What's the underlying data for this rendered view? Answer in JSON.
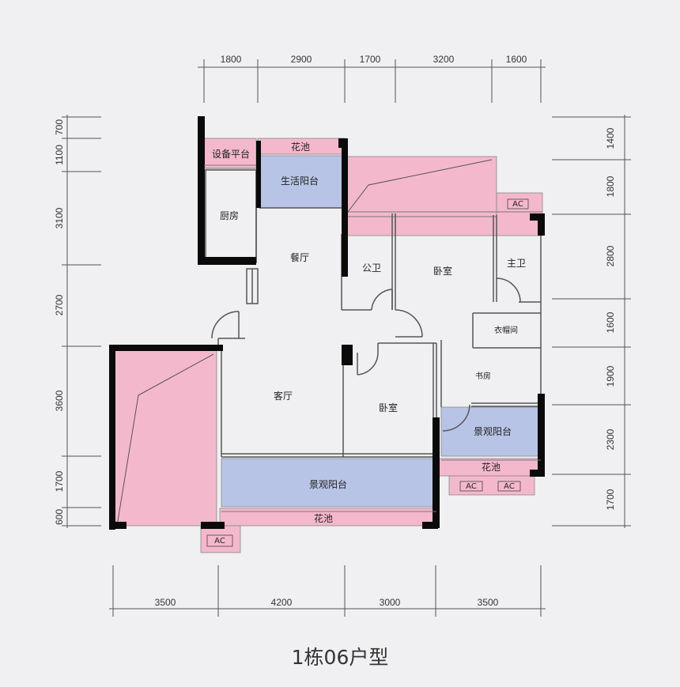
{
  "dimensions": {
    "top": [
      "1800",
      "2900",
      "1700",
      "3200",
      "1600"
    ],
    "bottom": [
      "3500",
      "4200",
      "3000",
      "3500"
    ],
    "left": [
      "700",
      "1100",
      "3100",
      "2700",
      "3600",
      "1700",
      "600"
    ],
    "right": [
      "1400",
      "1800",
      "2800",
      "1600",
      "1900",
      "2300",
      "1700"
    ]
  },
  "rooms": {
    "equipment_platform": "设备平台",
    "planter_top": "花池",
    "utility_balcony": "生活阳台",
    "kitchen": "厨房",
    "dining": "餐厅",
    "public_bath": "公卫",
    "bedroom_north": "卧室",
    "master_bath": "主卫",
    "closet": "衣帽间",
    "study": "书房",
    "living": "客厅",
    "bedroom_south": "卧室",
    "view_balcony_right": "景观阳台",
    "planter_right": "花池",
    "view_balcony_main": "景观阳台",
    "planter_bottom": "花池"
  },
  "ac_units": [
    "AC",
    "AC",
    "AC",
    "AC"
  ],
  "caption": "1栋06户型",
  "colors": {
    "pink": "#f4b8cc",
    "blue": "#b8c4e6",
    "wall": "#0a0a0a",
    "background": "#f0f0f2"
  }
}
